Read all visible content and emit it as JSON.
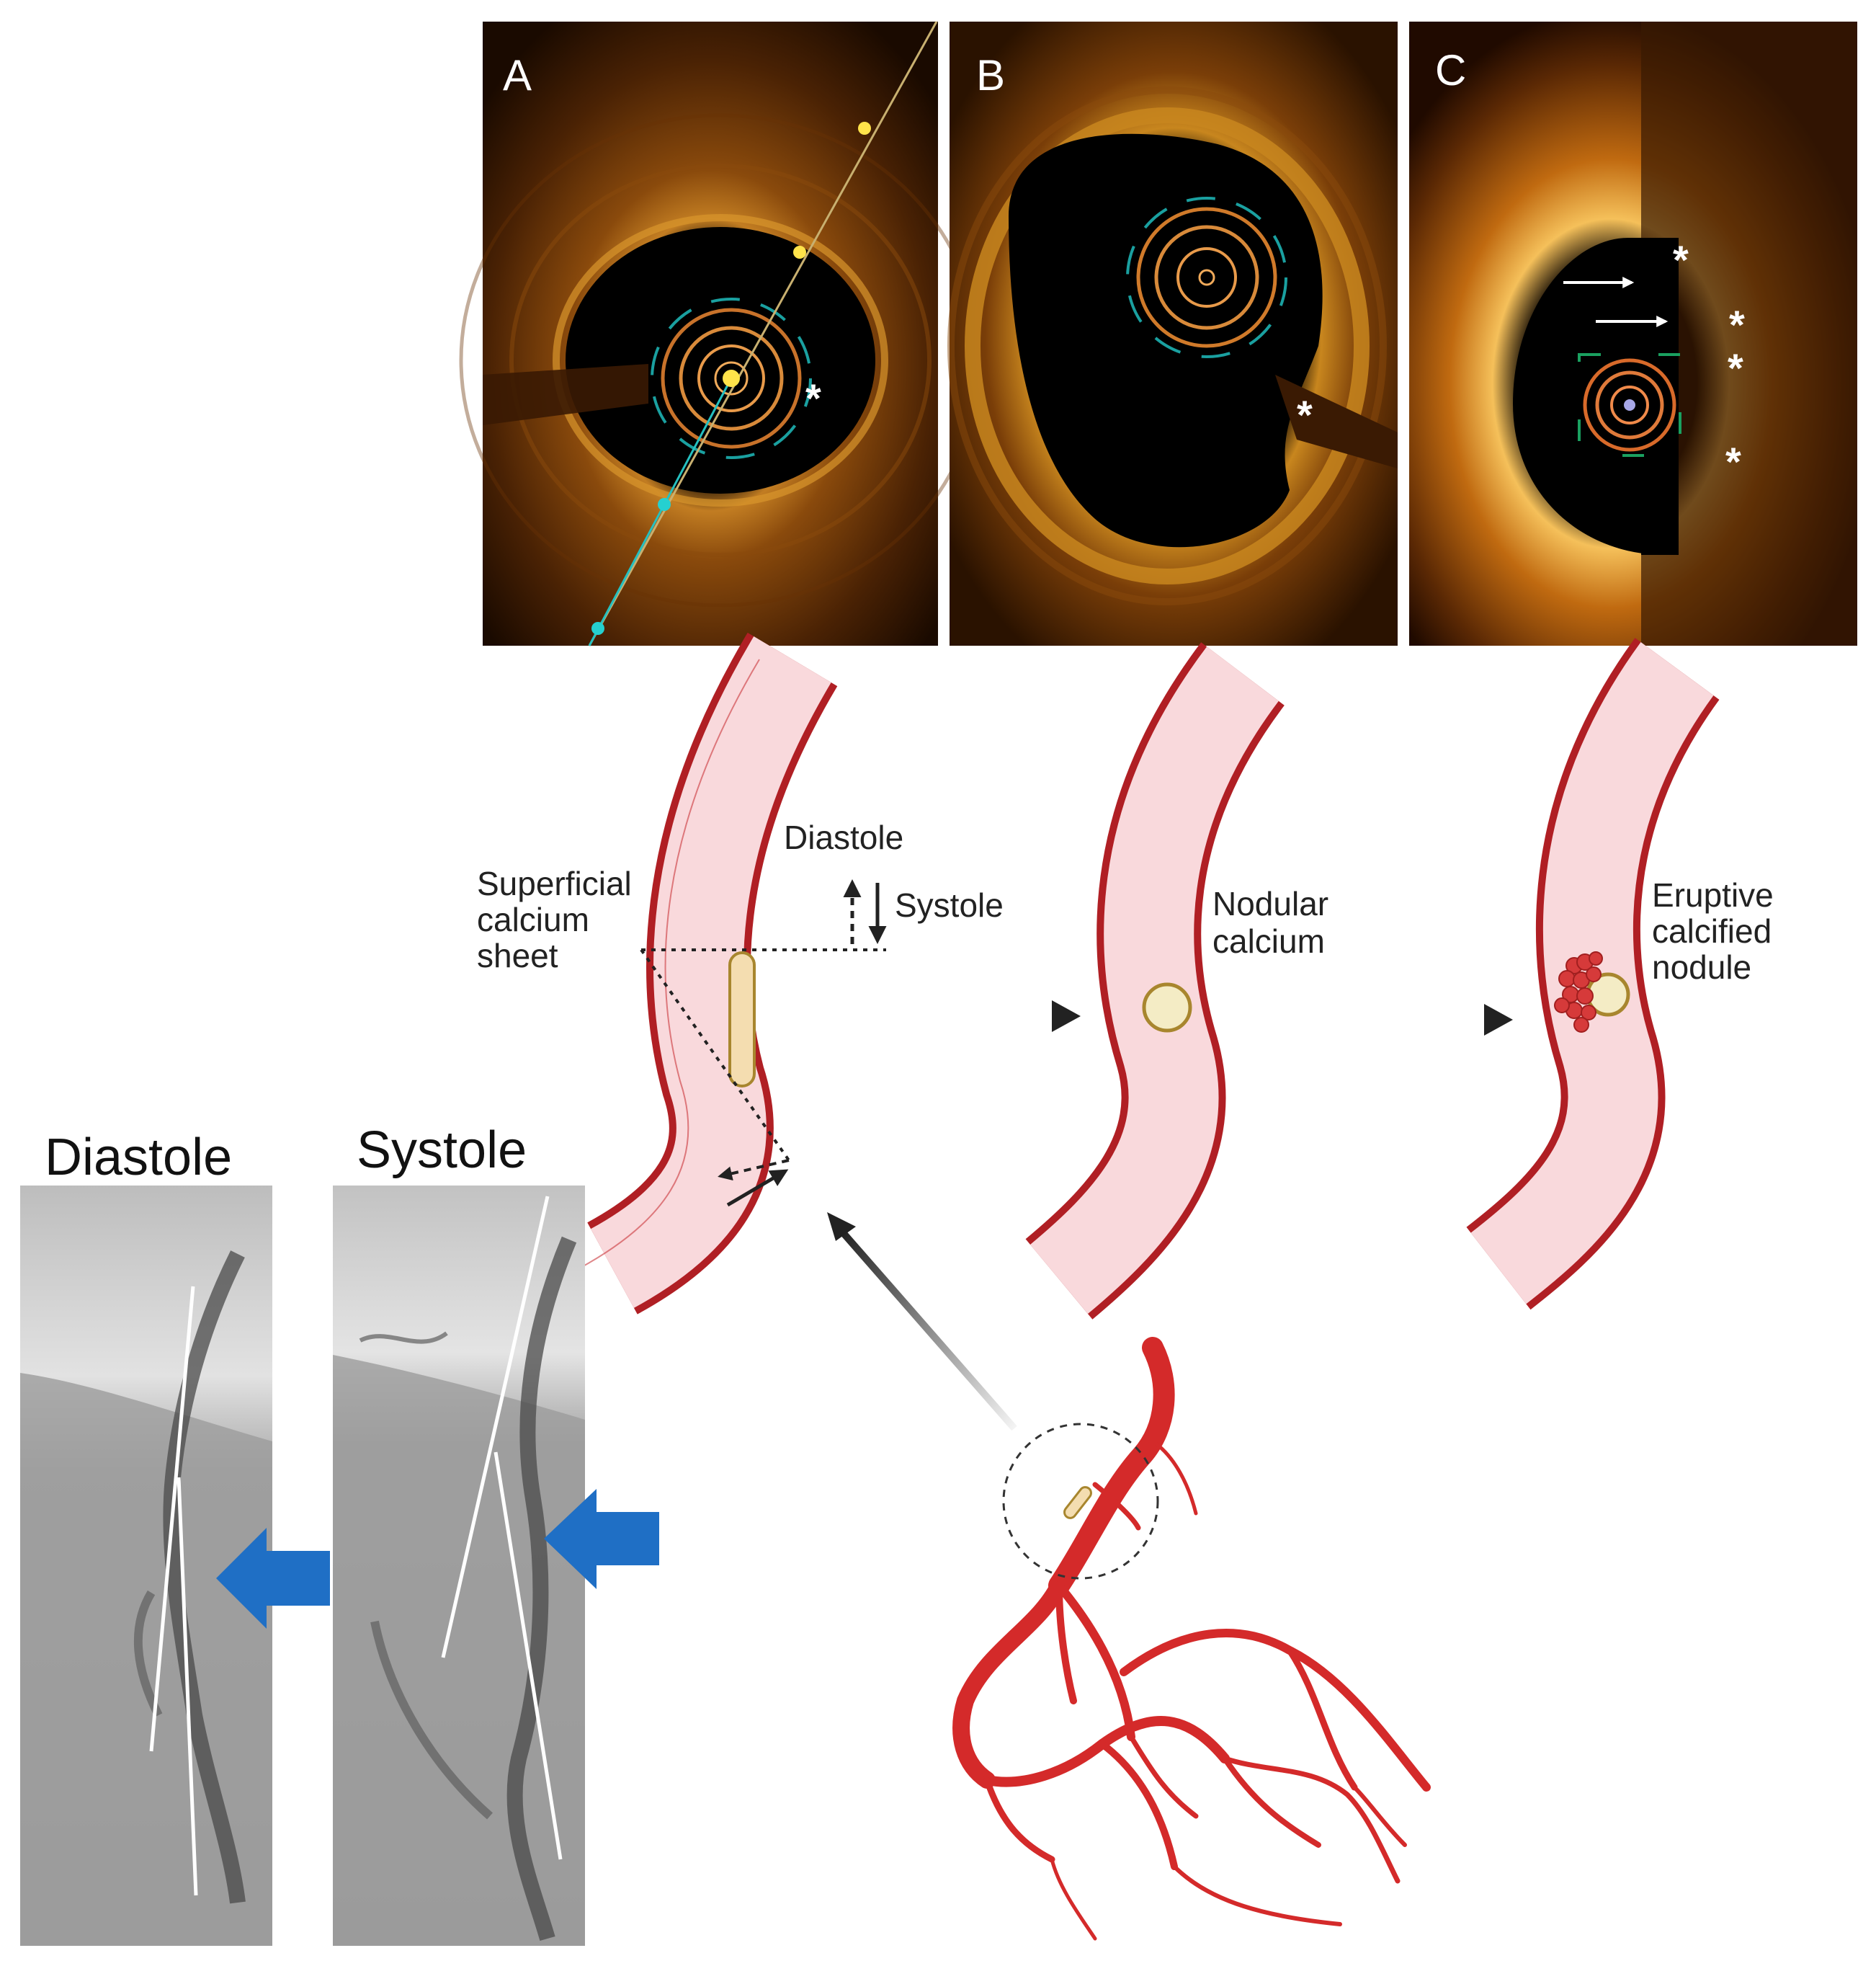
{
  "oct_panels": [
    {
      "letter": "A"
    },
    {
      "letter": "B"
    },
    {
      "letter": "C"
    }
  ],
  "asterisk": "*",
  "labels": {
    "superficial": [
      "Superficial",
      "calcium",
      "sheet"
    ],
    "diastole_small": "Diastole",
    "systole_small": "Systole",
    "nodular": [
      "Nodular",
      "calcium"
    ],
    "eruptive": [
      "Eruptive",
      "calcified",
      "nodule"
    ]
  },
  "angio": {
    "diastole_title": "Diastole",
    "systole_title": "Systole"
  },
  "colors": {
    "vessel_wall": "#b01f24",
    "vessel_lumen": "#f9d9dc",
    "calcium": "#f4ddb0",
    "calcium_edge": "#a8862e",
    "arrow_blue": "#1f6fc5",
    "artery_red": "#d42a2a",
    "oct_tissue": "#c87a12"
  }
}
